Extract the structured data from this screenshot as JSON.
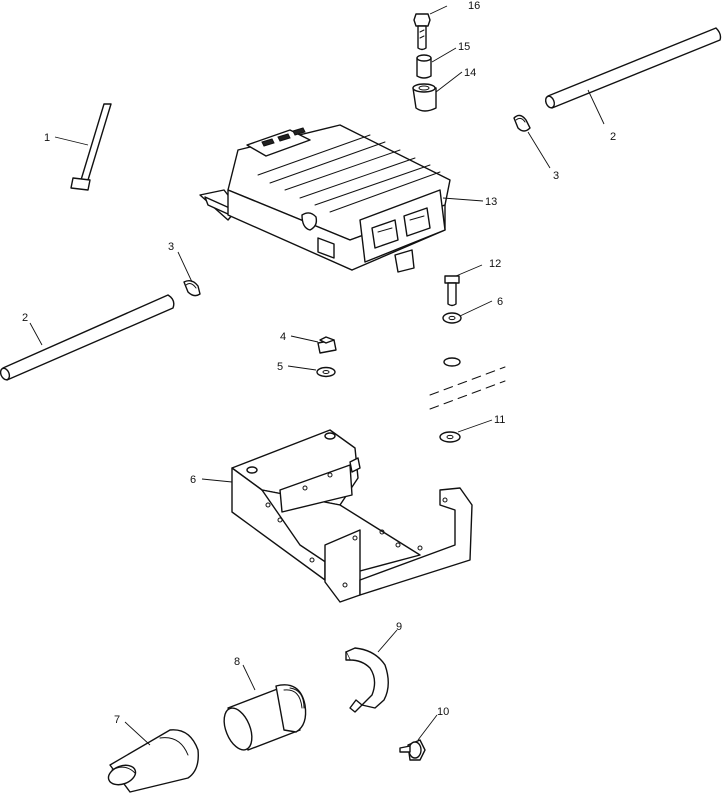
{
  "callouts": {
    "c16": "16",
    "c15": "15",
    "c14": "14",
    "c1": "1",
    "c2_right": "2",
    "c3_right": "3",
    "c13": "13",
    "c3_left": "3",
    "c12": "12",
    "c6_top": "6",
    "c2_left": "2",
    "c4": "4",
    "c5": "5",
    "c11": "11",
    "c6_bracket": "6",
    "c9": "9",
    "c8": "8",
    "c10": "10",
    "c7": "7"
  }
}
